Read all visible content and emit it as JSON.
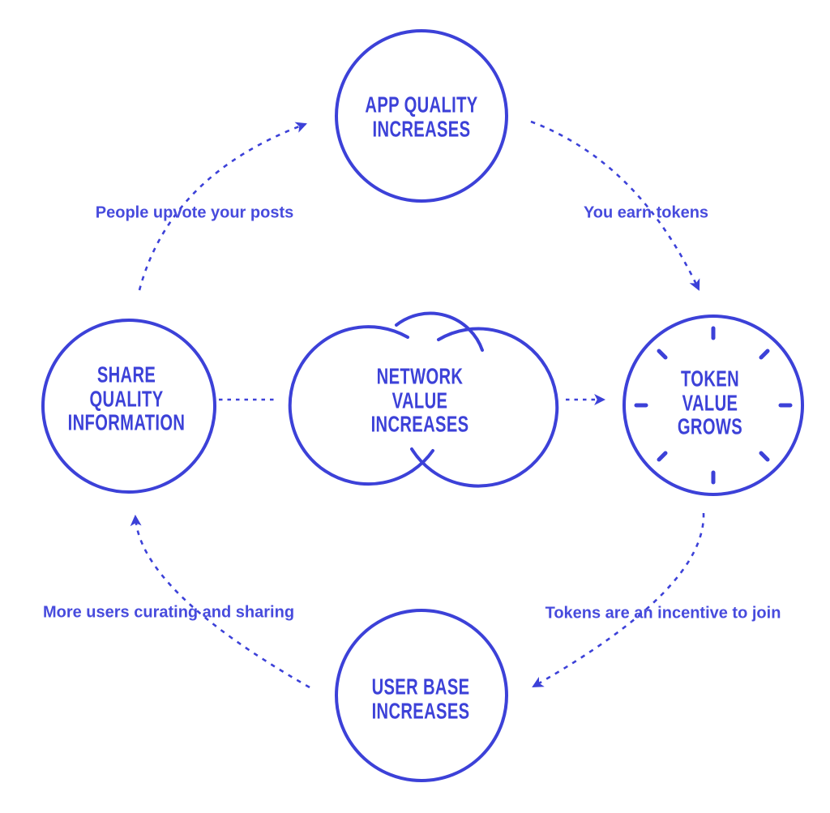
{
  "diagram": {
    "title": "token network effect loop",
    "accent_color": "#3c41d8",
    "label_color": "#474bdd",
    "background_color": "#ffffff",
    "nodes": [
      {
        "id": "app-quality",
        "shape": "circle",
        "label": "APP QUALITY\nINCREASES"
      },
      {
        "id": "token-value",
        "shape": "clock-circle",
        "label": "TOKEN VALUE\nGROWS"
      },
      {
        "id": "user-base",
        "shape": "circle",
        "label": "USER BASE\nINCREASES"
      },
      {
        "id": "share-quality",
        "shape": "circle",
        "label": "SHARE\nQUALITY\nINFORMATION"
      },
      {
        "id": "network-value",
        "shape": "cloud",
        "label": "NETWORK\nVALUE\nINCREASES"
      }
    ],
    "edges": [
      {
        "from": "share-quality",
        "to": "app-quality",
        "style": "dashed-curved-arrow",
        "label": "People upvote your posts"
      },
      {
        "from": "app-quality",
        "to": "token-value",
        "style": "dashed-curved-arrow",
        "label": "You earn tokens"
      },
      {
        "from": "token-value",
        "to": "user-base",
        "style": "dashed-curved-arrow",
        "label": "Tokens are an incentive to join"
      },
      {
        "from": "user-base",
        "to": "share-quality",
        "style": "dashed-curved-arrow",
        "label": "More users curating and sharing"
      },
      {
        "from": "share-quality",
        "to": "network-value",
        "style": "dashed-line",
        "label": ""
      },
      {
        "from": "network-value",
        "to": "token-value",
        "style": "dashed-arrow",
        "label": ""
      }
    ]
  }
}
